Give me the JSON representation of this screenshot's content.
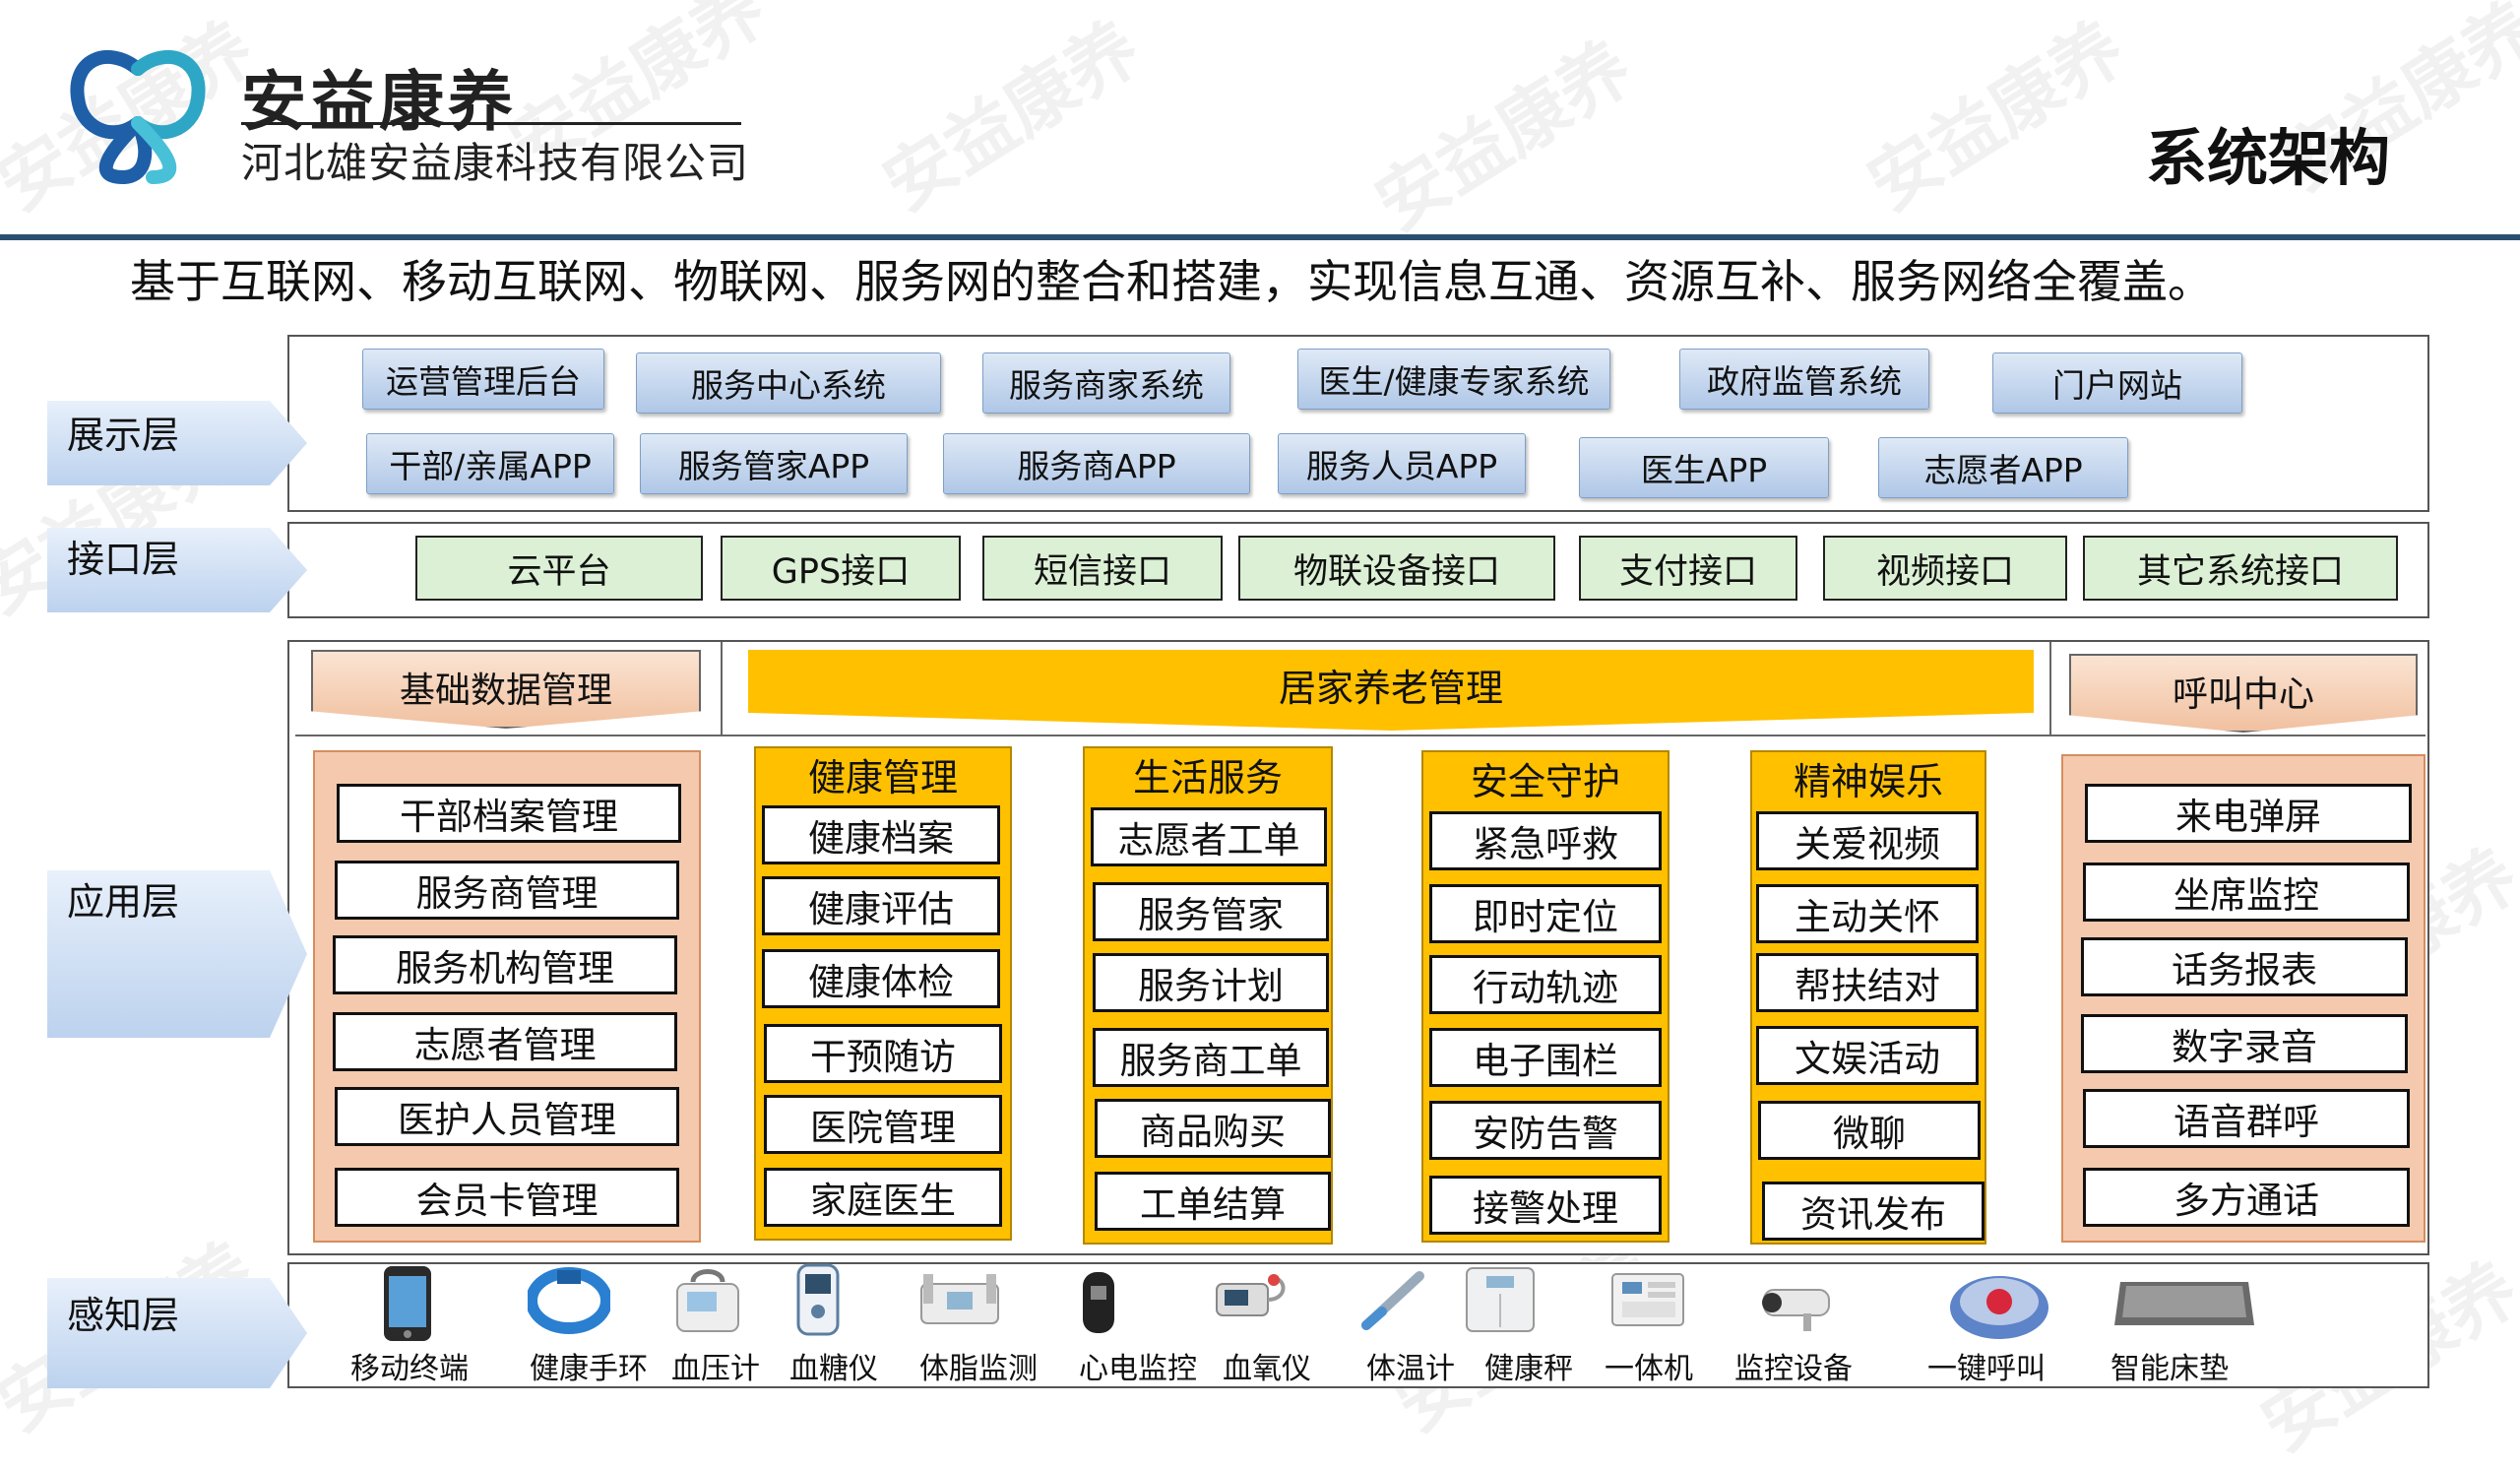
{
  "header": {
    "company_short": "安益康养",
    "company_full": "河北雄安益康科技有限公司",
    "page_title": "系统架构",
    "watermark": "安益康养",
    "accent_color": "#2c4f70"
  },
  "subtitle": "基于互联网、移动互联网、物联网、服务网的整合和搭建，实现信息互通、资源互补、服务网络全覆盖。",
  "layers": {
    "display": {
      "label": "展示层",
      "row1": [
        "运营管理后台",
        "服务中心系统",
        "服务商家系统",
        "医生/健康专家系统",
        "政府监管系统",
        "门户网站"
      ],
      "row2": [
        "干部/亲属APP",
        "服务管家APP",
        "服务商APP",
        "服务人员APP",
        "医生APP",
        "志愿者APP"
      ]
    },
    "interface": {
      "label": "接口层",
      "items": [
        "云平台",
        "GPS接口",
        "短信接口",
        "物联设备接口",
        "支付接口",
        "视频接口",
        "其它系统接口"
      ]
    },
    "application": {
      "label": "应用层",
      "basic": {
        "title": "基础数据管理",
        "items": [
          "干部档案管理",
          "服务商管理",
          "服务机构管理",
          "志愿者管理",
          "医护人员管理",
          "会员卡管理"
        ]
      },
      "home_care": {
        "title": "居家养老管理",
        "groups": [
          {
            "title": "健康管理",
            "items": [
              "健康档案",
              "健康评估",
              "健康体检",
              "干预随访",
              "医院管理",
              "家庭医生"
            ]
          },
          {
            "title": "生活服务",
            "items": [
              "志愿者工单",
              "服务管家",
              "服务计划",
              "服务商工单",
              "商品购买",
              "工单结算"
            ]
          },
          {
            "title": "安全守护",
            "items": [
              "紧急呼救",
              "即时定位",
              "行动轨迹",
              "电子围栏",
              "安防告警",
              "接警处理"
            ]
          },
          {
            "title": "精神娱乐",
            "items": [
              "关爱视频",
              "主动关怀",
              "帮扶结对",
              "文娱活动",
              "微聊",
              "资讯发布"
            ]
          }
        ]
      },
      "call_center": {
        "title": "呼叫中心",
        "items": [
          "来电弹屏",
          "坐席监控",
          "话务报表",
          "数字录音",
          "语音群呼",
          "多方通话"
        ]
      }
    },
    "perception": {
      "label": "感知层",
      "devices": [
        {
          "label": "移动终端",
          "icon": "phone-icon"
        },
        {
          "label": "健康手环",
          "icon": "band-icon"
        },
        {
          "label": "血压计",
          "icon": "blood-pressure-icon"
        },
        {
          "label": "血糖仪",
          "icon": "glucose-icon"
        },
        {
          "label": "体脂监测",
          "icon": "body-fat-icon"
        },
        {
          "label": "心电监控",
          "icon": "ecg-icon"
        },
        {
          "label": "血氧仪",
          "icon": "oximeter-icon"
        },
        {
          "label": "体温计",
          "icon": "thermometer-icon"
        },
        {
          "label": "健康秤",
          "icon": "scale-icon"
        },
        {
          "label": "一体机",
          "icon": "all-in-one-icon"
        },
        {
          "label": "监控设备",
          "icon": "camera-icon"
        },
        {
          "label": "一键呼叫",
          "icon": "call-button-icon"
        },
        {
          "label": "智能床垫",
          "icon": "mattress-icon"
        }
      ]
    }
  }
}
